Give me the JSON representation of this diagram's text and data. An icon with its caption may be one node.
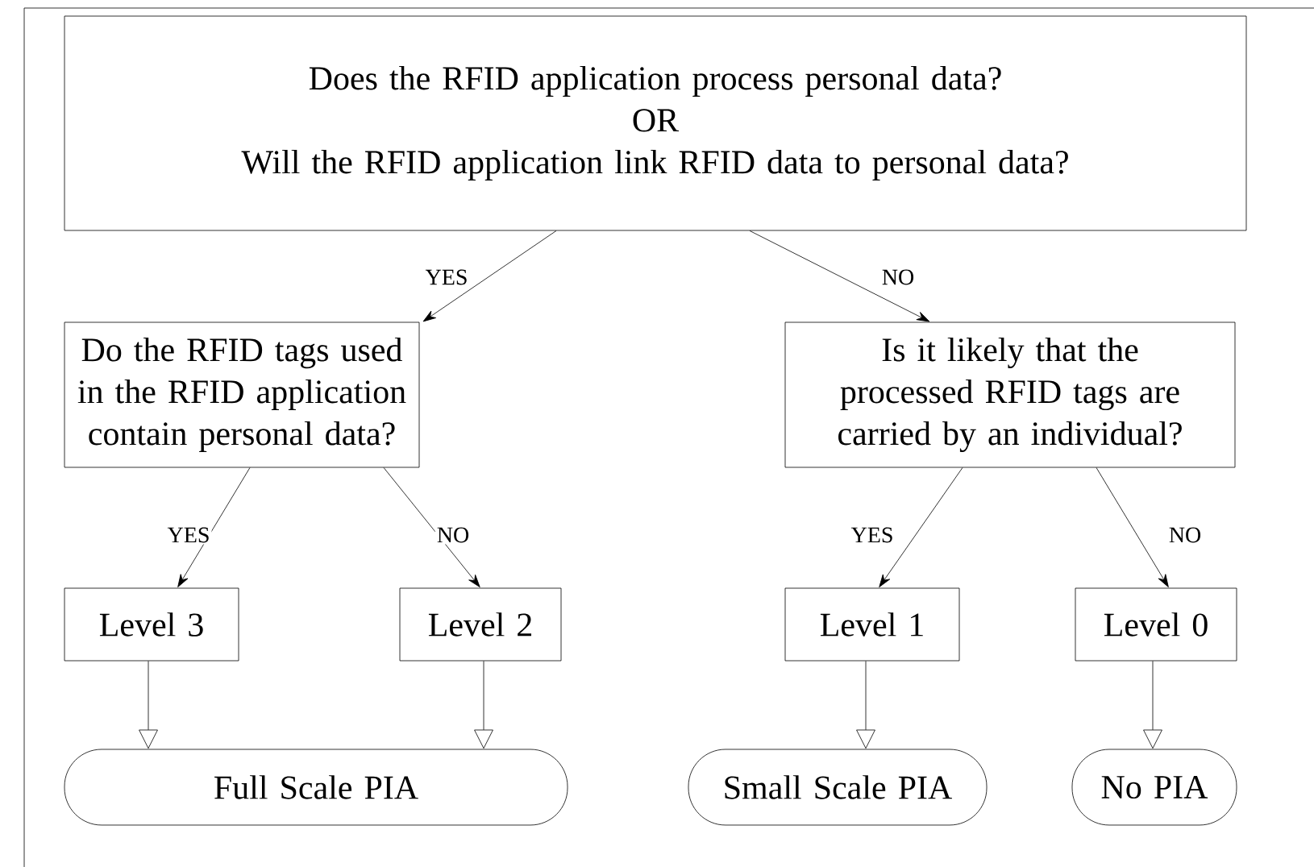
{
  "diagram": {
    "nodes": [
      {
        "text": [
          "Does the RFID application process personal data?",
          "OR",
          "Will the RFID application link RFID data to personal data?"
        ]
      },
      {
        "text": [
          "Do the RFID tags used in the RFID application contain personal data?"
        ]
      },
      {
        "text": [
          "Is it likely that the processed RFID tags are carried by an individual?"
        ]
      },
      {
        "text": [
          "Level 3"
        ]
      },
      {
        "text": [
          "Level 2"
        ]
      },
      {
        "text": [
          "Level 1"
        ]
      },
      {
        "text": [
          "Level 0"
        ]
      },
      {
        "text": [
          "Full Scale PIA"
        ]
      },
      {
        "text": [
          "Small Scale PIA"
        ]
      },
      {
        "text": [
          "No PIA"
        ]
      }
    ],
    "edges": [
      {
        "from": 0,
        "to": 1,
        "arrow": "to",
        "label": "YES"
      },
      {
        "from": 0,
        "to": 2,
        "arrow": "to",
        "label": "NO"
      },
      {
        "from": 1,
        "to": 3,
        "arrow": "to",
        "label": "YES"
      },
      {
        "from": 1,
        "to": 4,
        "arrow": "to",
        "label": "NO"
      },
      {
        "from": 2,
        "to": 5,
        "arrow": "to",
        "label": "YES"
      },
      {
        "from": 2,
        "to": 6,
        "arrow": "to",
        "label": "NO"
      },
      {
        "from": 3,
        "to": 7,
        "arrow": "to"
      },
      {
        "from": 4,
        "to": 7,
        "arrow": "to"
      },
      {
        "from": 5,
        "to": 8,
        "arrow": "to"
      },
      {
        "from": 6,
        "to": 9,
        "arrow": "to"
      }
    ]
  }
}
